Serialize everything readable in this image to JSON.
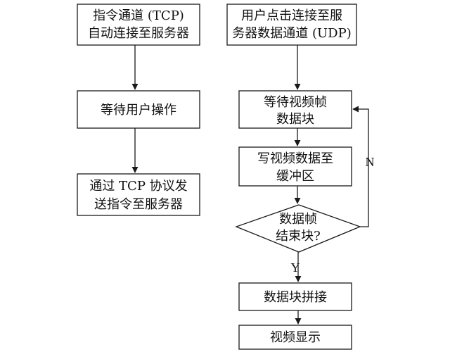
{
  "diagram": {
    "left_column": {
      "step1": {
        "line1": "指令通道 (TCP)",
        "line2": "自动连接至服务器"
      },
      "step2": {
        "line1": "等待用户操作"
      },
      "step3": {
        "line1": "通过 TCP 协议发",
        "line2": "送指令至服务器"
      }
    },
    "right_column": {
      "step1": {
        "line1": "用户点击连接至服",
        "line2": "务器数据通道 (UDP)"
      },
      "step2": {
        "line1": "等待视频帧",
        "line2": "数据块"
      },
      "step3": {
        "line1": "写视频数据至",
        "line2": "缓冲区"
      },
      "decision": {
        "line1": "数据帧",
        "line2": "结束块?"
      },
      "step4": {
        "line1": "数据块拼接"
      },
      "step5": {
        "line1": "视频显示"
      }
    },
    "edge_labels": {
      "no": "N",
      "yes": "Y"
    },
    "colors": {
      "stroke": "#1a1a1a",
      "text": "#111111",
      "background": "#ffffff"
    }
  }
}
